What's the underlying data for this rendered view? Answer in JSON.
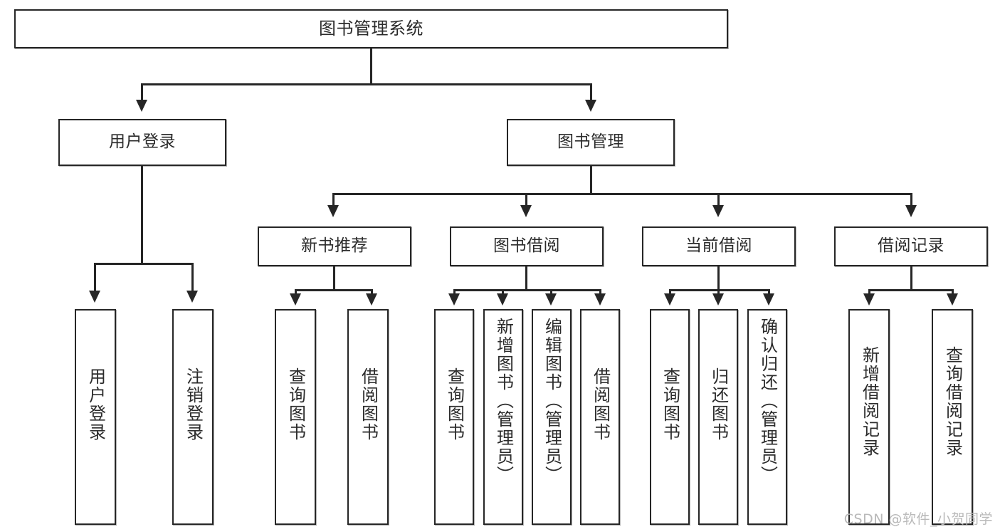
{
  "diagram": {
    "title": "图书管理系统",
    "type": "tree",
    "watermark": "CSDN @软件_小贺同学",
    "colors": {
      "stroke": "#262626",
      "fill": "#ffffff",
      "text": "#2b2b2b",
      "watermark": "#b9b9b9"
    },
    "levels": {
      "root": {
        "label": "图书管理系统"
      },
      "level2": [
        {
          "label": "用户登录"
        },
        {
          "label": "图书管理"
        }
      ],
      "level3": [
        {
          "label": "新书推荐"
        },
        {
          "label": "图书借阅"
        },
        {
          "label": "当前借阅"
        },
        {
          "label": "借阅记录"
        }
      ],
      "leaves": {
        "user_login": [
          {
            "label": "用户登录"
          },
          {
            "label": "注销登录"
          }
        ],
        "new_book_rec": [
          {
            "label": "查询图书"
          },
          {
            "label": "借阅图书"
          }
        ],
        "book_borrow": [
          {
            "label": "查询图书"
          },
          {
            "label": "新增图书（管理员）"
          },
          {
            "label": "编辑图书（管理员）"
          },
          {
            "label": "借阅图书"
          }
        ],
        "current_borrow": [
          {
            "label": "查询图书"
          },
          {
            "label": "归还图书"
          },
          {
            "label": "确认归还（管理员）"
          }
        ],
        "borrow_record": [
          {
            "label": "新增借阅记录"
          },
          {
            "label": "查询借阅记录"
          }
        ]
      }
    }
  }
}
